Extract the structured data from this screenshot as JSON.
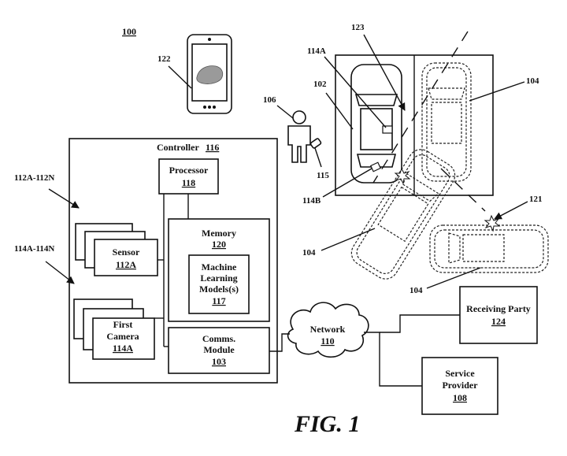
{
  "figure": {
    "ref": "100",
    "caption": "FIG. 1"
  },
  "controller": {
    "label": "Controller",
    "num": "116"
  },
  "processor": {
    "label": "Processor",
    "num": "118"
  },
  "memory": {
    "label": "Memory",
    "num": "120"
  },
  "ml": {
    "line1": "Machine",
    "line2": "Learning",
    "line3": "Models(s)",
    "num": "117"
  },
  "comms": {
    "line1": "Comms.",
    "line2": "Module",
    "num": "103"
  },
  "sensor": {
    "label": "Sensor",
    "num": "112A"
  },
  "camera": {
    "line1": "First",
    "line2": "Camera",
    "num": "114A"
  },
  "network": {
    "label": "Network",
    "num": "110"
  },
  "receiving": {
    "label": "Receiving Party",
    "num": "124"
  },
  "service": {
    "line1": "Service",
    "line2": "Provider",
    "num": "108"
  },
  "refs": {
    "phone": "122",
    "sensors_range": "112A-112N",
    "cameras_range": "114A-114N",
    "person": "106",
    "device": "115",
    "cam_a": "114A",
    "vehicle": "102",
    "impact_line": "123",
    "cam_b": "114B",
    "other_vehicle_top": "104",
    "other_vehicle_left": "104",
    "other_vehicle_bottom": "104",
    "impact_point": "121"
  }
}
